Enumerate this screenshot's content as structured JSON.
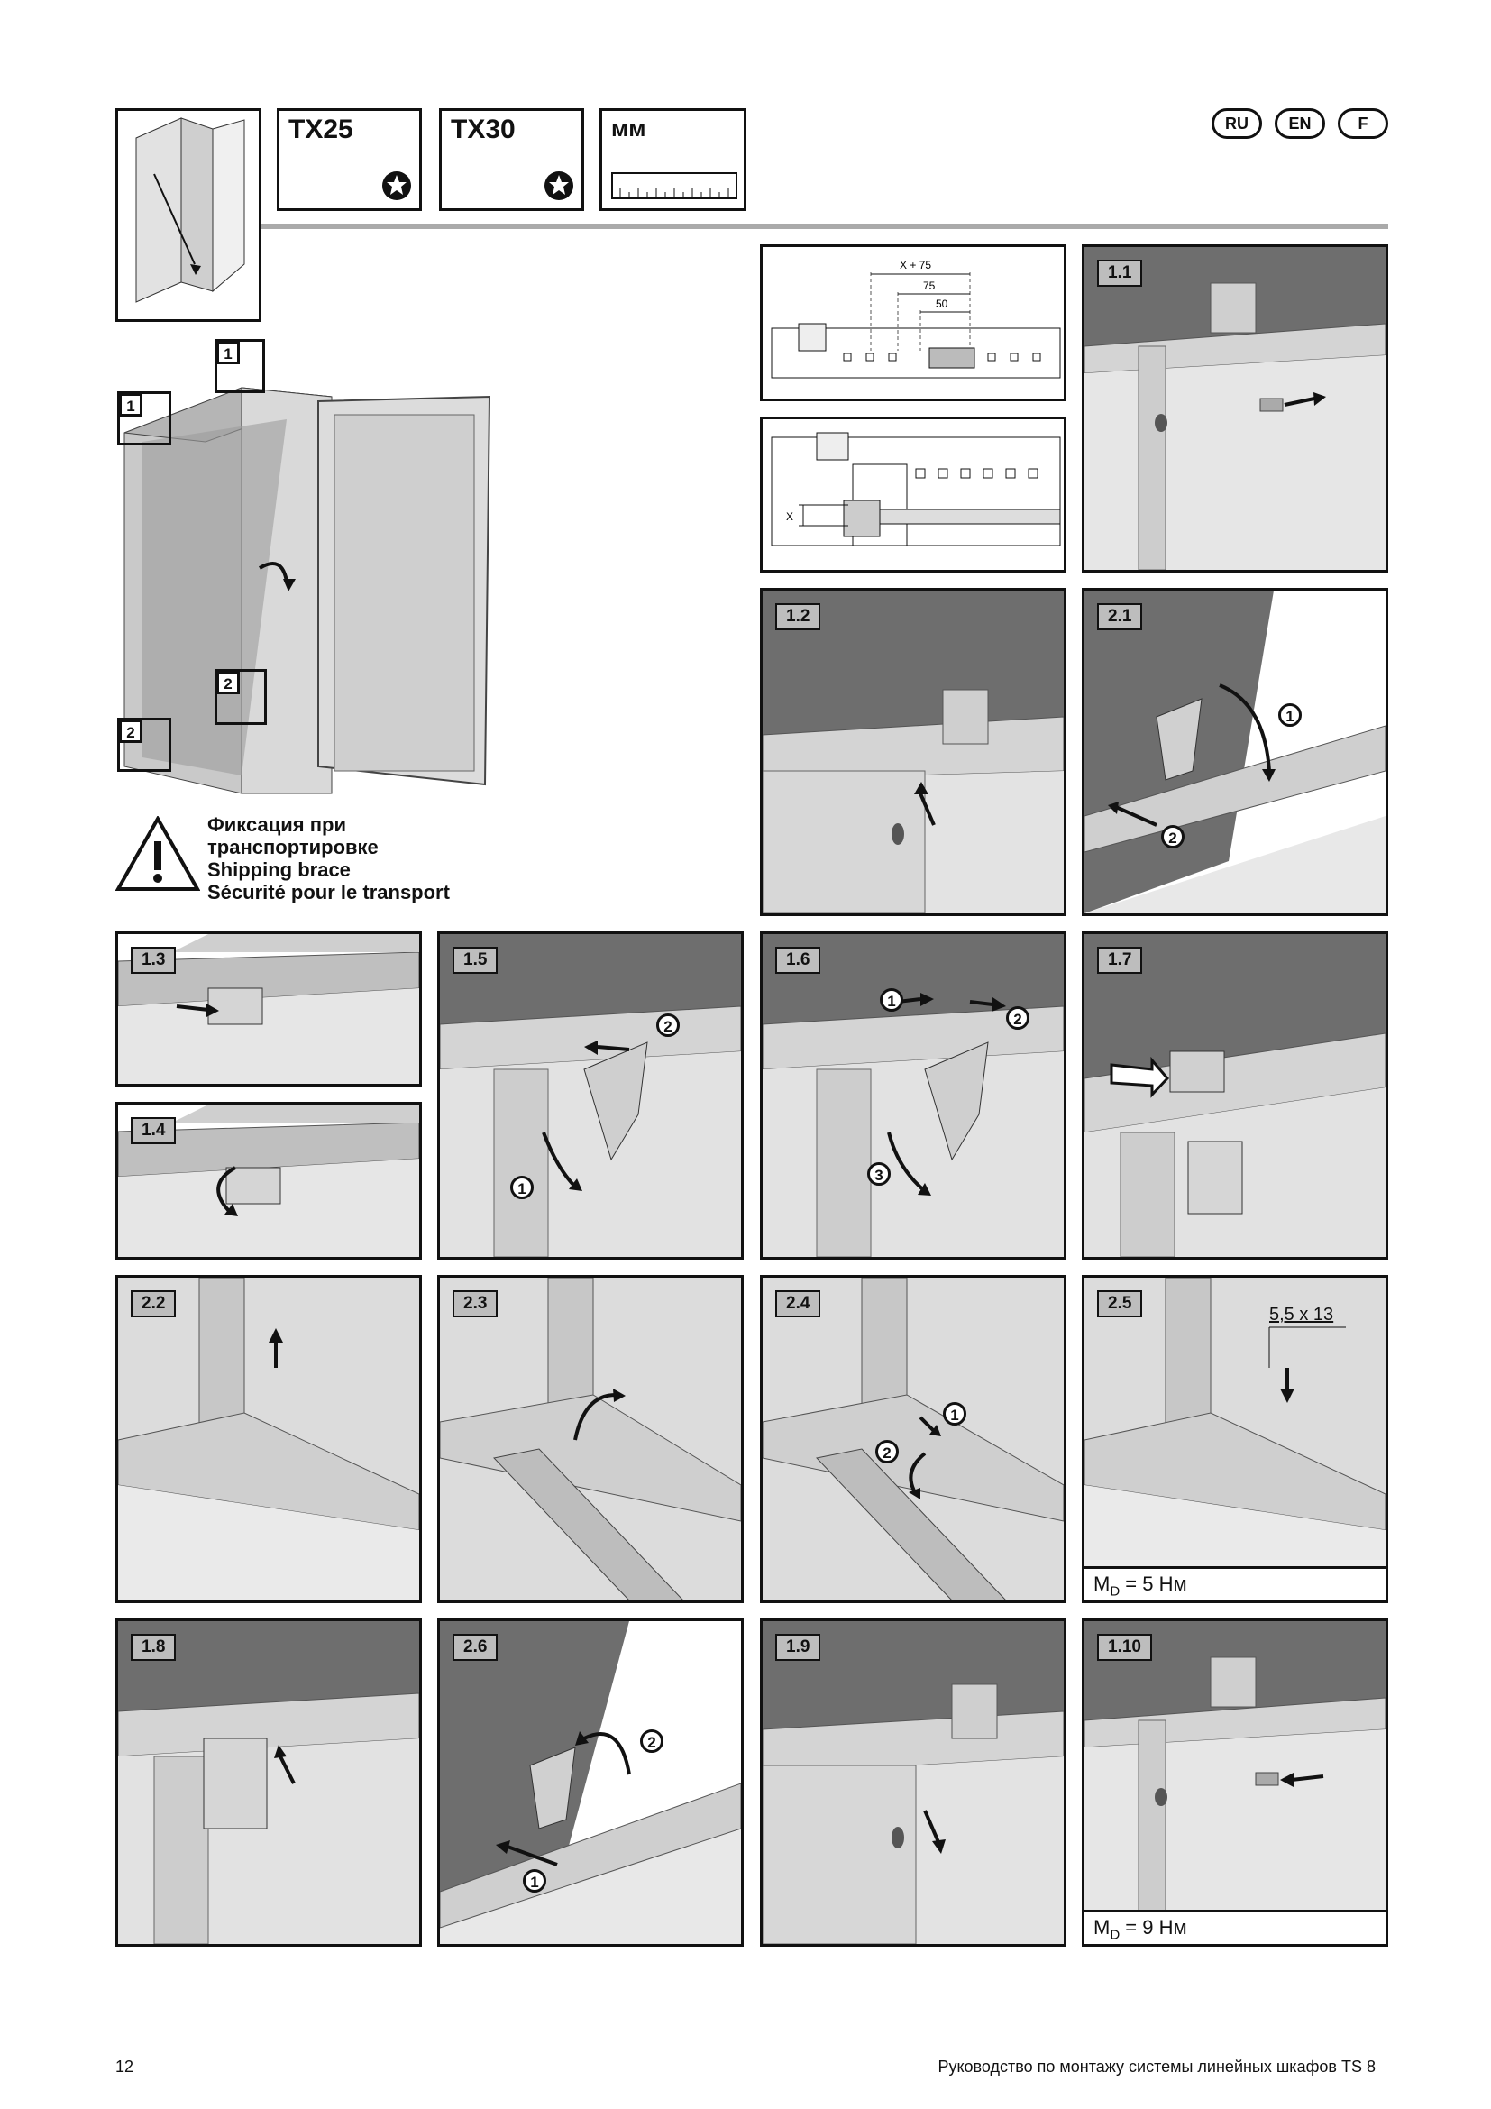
{
  "tools": [
    {
      "label": "TX25"
    },
    {
      "label": "TX30"
    },
    {
      "label": "мм"
    }
  ],
  "languages": [
    "RU",
    "EN",
    "F"
  ],
  "overview": {
    "callouts": [
      "1",
      "1",
      "2",
      "2"
    ]
  },
  "warning": {
    "lines": [
      "Фиксация при",
      "транспортировке",
      "Shipping brace",
      "Sécurité pour le transport"
    ]
  },
  "dimensions": {
    "top": [
      "X + 75",
      "75",
      "50"
    ],
    "side": "X"
  },
  "steps": {
    "s1_1": "1.1",
    "s1_2": "1.2",
    "s2_1": "2.1",
    "s1_3": "1.3",
    "s1_4": "1.4",
    "s1_5": "1.5",
    "s1_6": "1.6",
    "s1_7": "1.7",
    "s2_2": "2.2",
    "s2_3": "2.3",
    "s2_4": "2.4",
    "s2_5": "2.5",
    "s1_8": "1.8",
    "s2_6": "2.6",
    "s1_9": "1.9",
    "s1_10": "1.10"
  },
  "screw_spec": "5,5 x 13",
  "torque": {
    "t1": {
      "label": "M",
      "sub": "D",
      "value": " = 5 Нм"
    },
    "t2": {
      "label": "M",
      "sub": "D",
      "value": " = 9 Нм"
    }
  },
  "markers": {
    "one": "1",
    "two": "2",
    "three": "3"
  },
  "footer": {
    "page": "12",
    "title": "Руководство по монтажу системы линейных шкафов TS 8"
  }
}
